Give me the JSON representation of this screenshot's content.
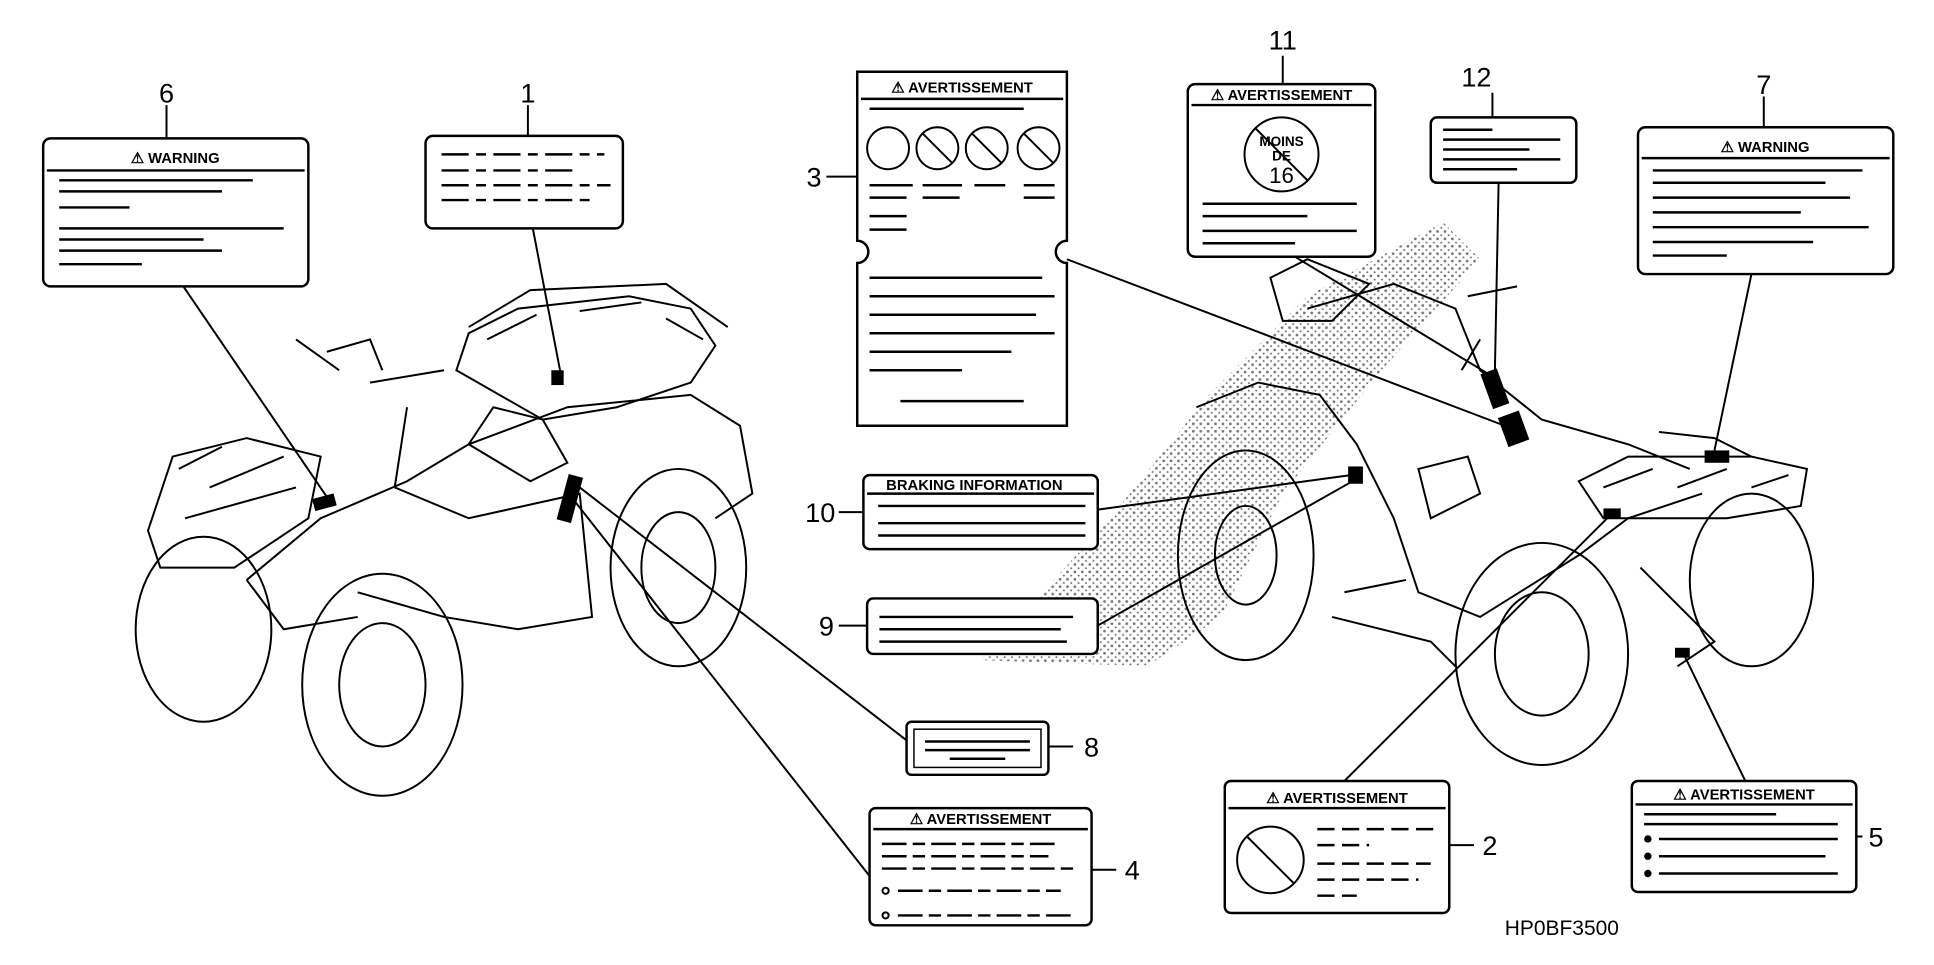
{
  "diagram": {
    "drawing_code": "HP0BF3500",
    "callouts": [
      "1",
      "2",
      "3",
      "4",
      "5",
      "6",
      "7",
      "8",
      "9",
      "10",
      "11",
      "12"
    ],
    "headers": {
      "warning": "⚠ WARNING",
      "avertissement": "⚠ AVERTISSEMENT",
      "braking": "BRAKING INFORMATION",
      "age_top": "MOINS",
      "age_mid": "DE",
      "age_num": "16"
    },
    "colors": {
      "line": "#000000",
      "background": "#ffffff",
      "stipple": "#000000"
    }
  }
}
